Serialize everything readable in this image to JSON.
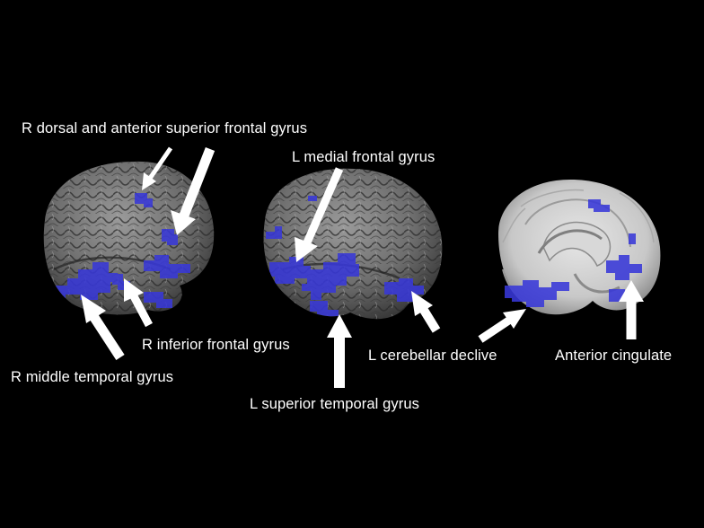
{
  "figure": {
    "labels": {
      "r_dorsal_anterior_sfg": "R dorsal and anterior superior frontal gyrus",
      "l_medial_fg": "L medial frontal gyrus",
      "r_inferior_fg": "R inferior frontal gyrus",
      "r_middle_tg": "R middle temporal gyrus",
      "l_superior_tg": "L superior temporal gyrus",
      "l_cerebellar_declive": "L cerebellar declive",
      "anterior_cingulate": "Anterior cingulate"
    },
    "colors": {
      "background": "#000000",
      "activation": "#3a3ad2",
      "brain_surface": "#7a7a7a",
      "arrow": "#ffffff"
    }
  }
}
